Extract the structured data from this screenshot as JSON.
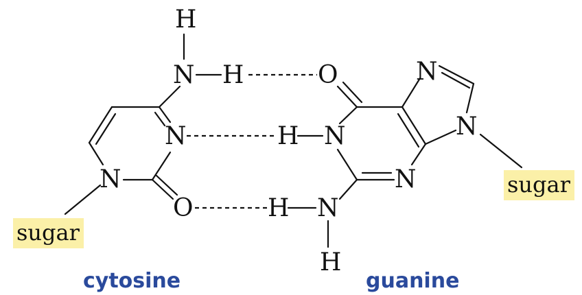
{
  "molecules": {
    "cytosine": {
      "name": "cytosine"
    },
    "guanine": {
      "name": "guanine"
    }
  },
  "labels": {
    "H": "H",
    "N": "N",
    "O": "O",
    "sugar": "sugar"
  },
  "colors": {
    "caption": "#2a4a9c",
    "sugar_highlight": "#fbf0a8",
    "ink": "#111111"
  }
}
